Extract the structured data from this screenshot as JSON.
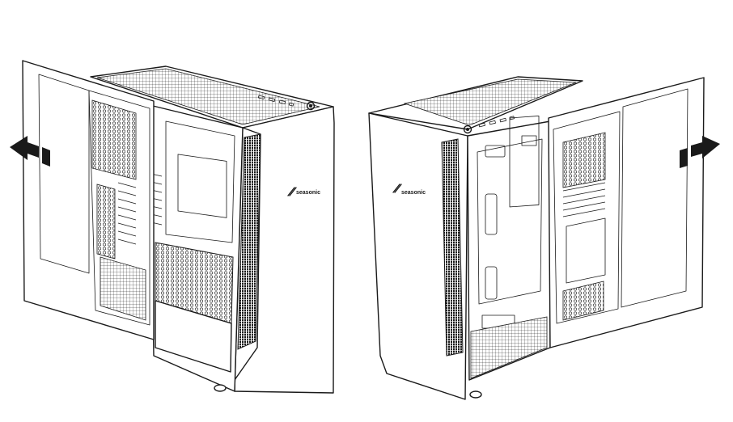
{
  "figure": {
    "left_view": {
      "brand_logo_text": "seasonic",
      "panel_direction": "left"
    },
    "right_view": {
      "brand_logo_text": "seasonic",
      "panel_direction": "right"
    },
    "colors": {
      "line": "#1a1a1a",
      "background": "#ffffff",
      "mesh": "#1a1a1a"
    },
    "icons": [
      "arrow-left-icon",
      "arrow-right-icon",
      "power-button-icon"
    ]
  }
}
